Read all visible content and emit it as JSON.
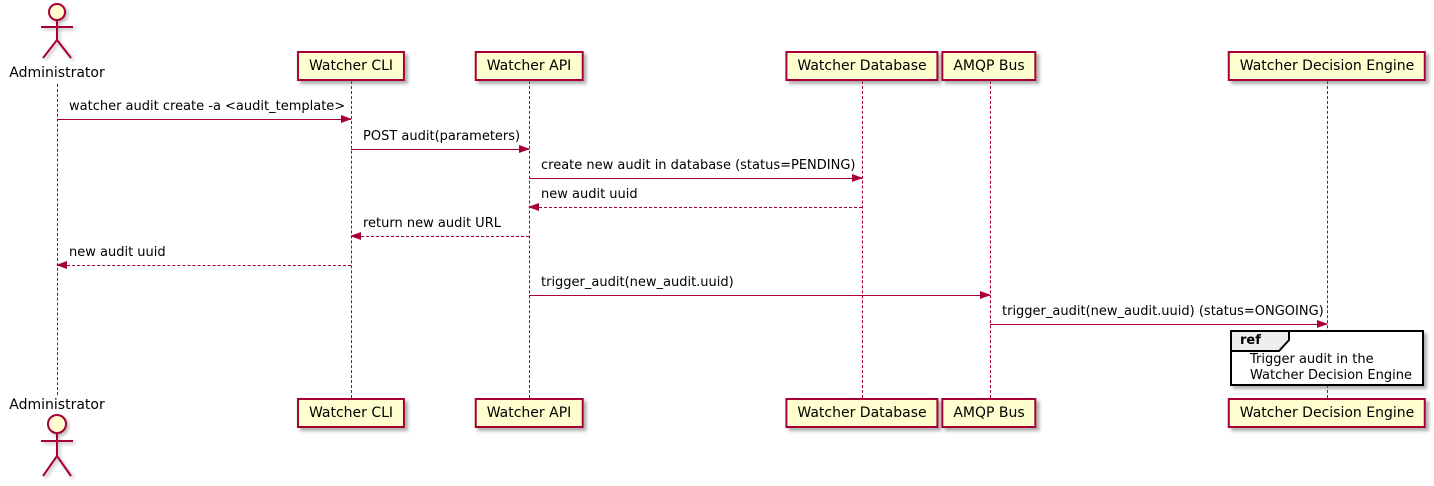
{
  "diagram_type": "uml-sequence-diagram",
  "participants": [
    {
      "name": "Administrator",
      "type": "actor"
    },
    {
      "name": "Watcher CLI",
      "type": "participant"
    },
    {
      "name": "Watcher API",
      "type": "participant"
    },
    {
      "name": "Watcher Database",
      "type": "participant"
    },
    {
      "name": "AMQP Bus",
      "type": "participant"
    },
    {
      "name": "Watcher Decision Engine",
      "type": "participant"
    }
  ],
  "messages": [
    {
      "from": "Administrator",
      "to": "Watcher CLI",
      "label": "watcher audit create -a <audit_template>",
      "line": "solid",
      "direction": "right"
    },
    {
      "from": "Watcher CLI",
      "to": "Watcher API",
      "label": "POST audit(parameters)",
      "line": "solid",
      "direction": "right"
    },
    {
      "from": "Watcher API",
      "to": "Watcher Database",
      "label": "create new audit in database (status=PENDING)",
      "line": "solid",
      "direction": "right"
    },
    {
      "from": "Watcher Database",
      "to": "Watcher API",
      "label": "new audit uuid",
      "line": "dashed",
      "direction": "left"
    },
    {
      "from": "Watcher API",
      "to": "Watcher CLI",
      "label": "return new audit URL",
      "line": "dashed",
      "direction": "left"
    },
    {
      "from": "Watcher CLI",
      "to": "Administrator",
      "label": "new audit uuid",
      "line": "dashed",
      "direction": "left"
    },
    {
      "from": "Watcher API",
      "to": "AMQP Bus",
      "label": "trigger_audit(new_audit.uuid)",
      "line": "solid",
      "direction": "right"
    },
    {
      "from": "AMQP Bus",
      "to": "Watcher Decision Engine",
      "label": "trigger_audit(new_audit.uuid) (status=ONGOING)",
      "line": "solid",
      "direction": "right"
    }
  ],
  "ref": {
    "keyword": "ref",
    "over": "Watcher Decision Engine",
    "lines": [
      "Trigger audit in the",
      "Watcher Decision Engine"
    ]
  },
  "colors": {
    "participant_fill": "#FEFECE",
    "participant_border": "#A80036",
    "line_color": "#A80036",
    "text_color": "#000000",
    "ref_tab_fill": "#EEEEEE",
    "ref_border": "#000000",
    "background": "#FFFFFF"
  }
}
